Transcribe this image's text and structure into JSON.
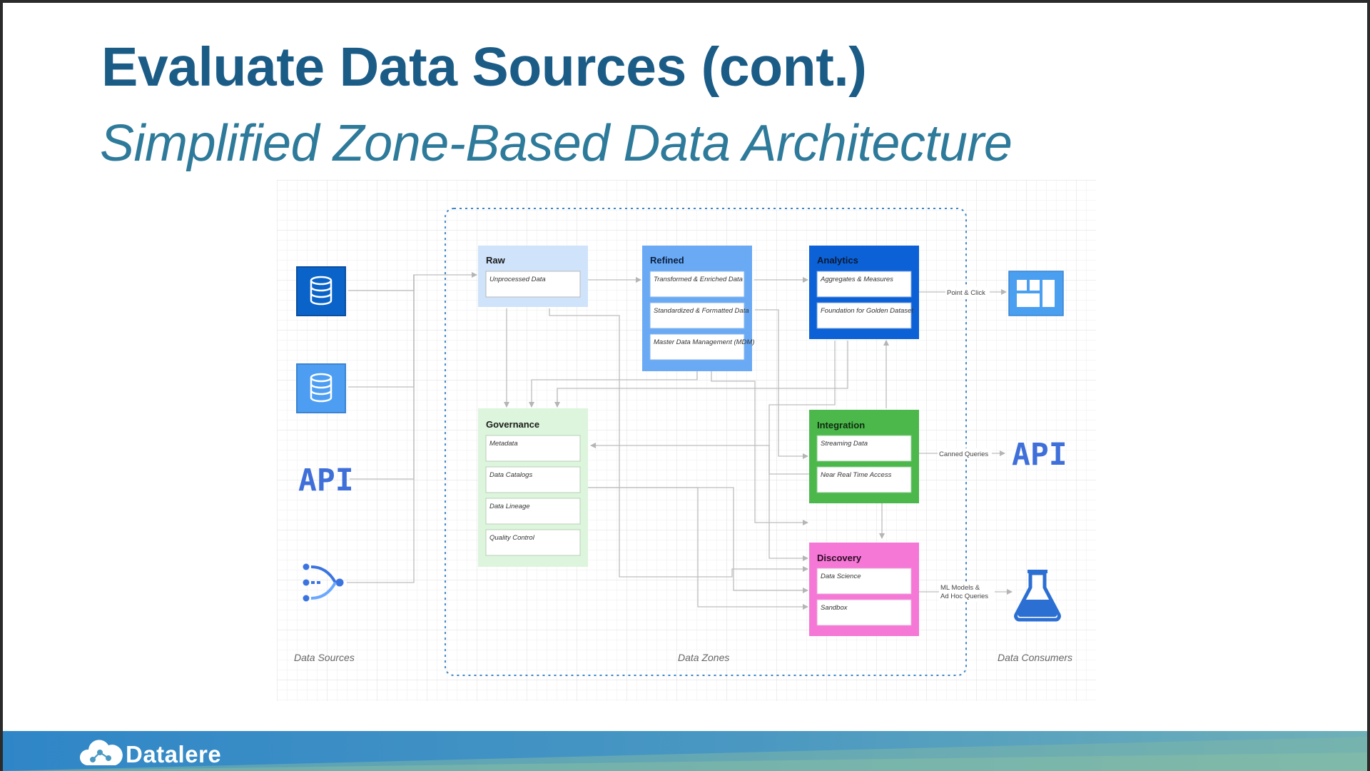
{
  "slide": {
    "title": "Evaluate Data Sources (cont.)",
    "subtitle": "Simplified Zone-Based Data Architecture"
  },
  "diagram": {
    "section_labels": {
      "sources": "Data Sources",
      "zones": "Data Zones",
      "consumers": "Data Consumers"
    },
    "sources": [
      {
        "icon": "database-icon",
        "color": "#0a63c9"
      },
      {
        "icon": "database-icon",
        "color": "#4d9ef2"
      },
      {
        "icon": "api-icon",
        "text": "API"
      },
      {
        "icon": "stream-icon"
      }
    ],
    "zones": {
      "raw": {
        "title": "Raw",
        "items": [
          "Unprocessed Data"
        ],
        "color": "#cfe3fb"
      },
      "refined": {
        "title": "Refined",
        "items": [
          "Transformed & Enriched Data",
          "Standardized & Formatted Data",
          "Master Data Management (MDM)"
        ],
        "color": "#6aaaf5"
      },
      "analytics": {
        "title": "Analytics",
        "items": [
          "Aggregates & Measures",
          "Foundation for Golden Dataset"
        ],
        "color": "#0c61d6"
      },
      "governance": {
        "title": "Governance",
        "items": [
          "Metadata",
          "Data Catalogs",
          "Data Lineage",
          "Quality Control"
        ],
        "color": "#dcf5dc"
      },
      "integration": {
        "title": "Integration",
        "items": [
          "Streaming Data",
          "Near Real Time Access"
        ],
        "color": "#4cb84c"
      },
      "discovery": {
        "title": "Discovery",
        "items": [
          "Data Science",
          "Sandbox"
        ],
        "color": "#f577d6"
      }
    },
    "edge_labels": {
      "point_click": "Point & Click",
      "canned": "Canned Queries",
      "ml_line1": "ML Models &",
      "ml_line2": "Ad Hoc Queries"
    },
    "consumers": [
      {
        "icon": "dashboard-icon"
      },
      {
        "icon": "api-icon",
        "text": "API"
      },
      {
        "icon": "flask-icon"
      }
    ]
  },
  "footer": {
    "brand": "Datalere",
    "logo_icon": "cloud-network-icon"
  }
}
